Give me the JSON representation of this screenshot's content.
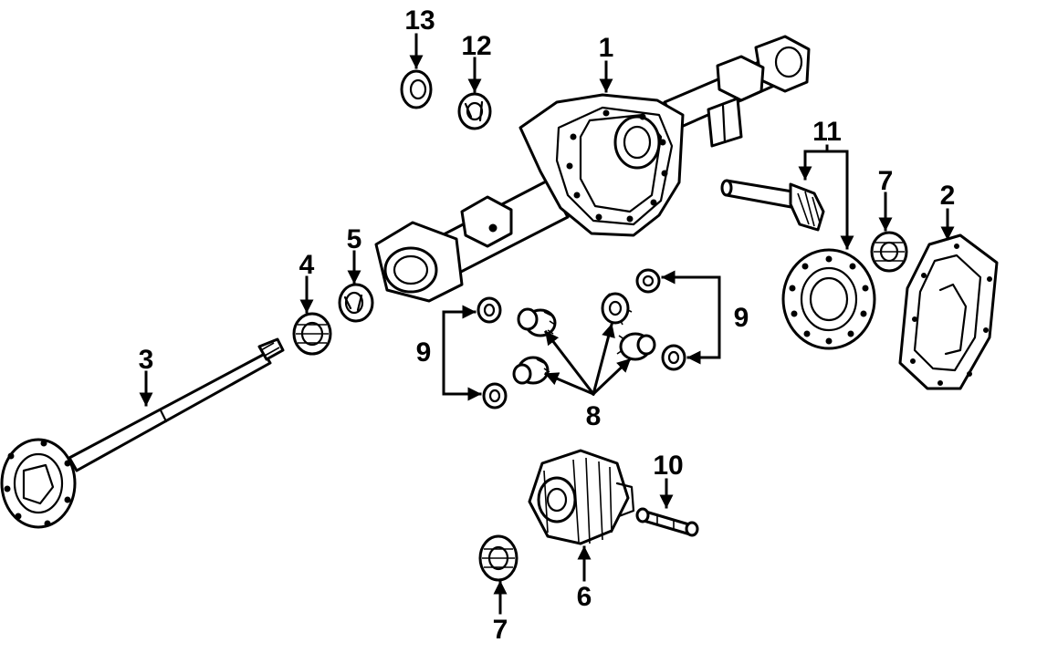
{
  "diagram": {
    "callouts": {
      "c1": "1",
      "c2": "2",
      "c3": "3",
      "c4": "4",
      "c5": "5",
      "c6": "6",
      "c7a": "7",
      "c7b": "7",
      "c8": "8",
      "c9a": "9",
      "c9b": "9",
      "c10": "10",
      "c11": "11",
      "c12": "12",
      "c13": "13"
    }
  }
}
